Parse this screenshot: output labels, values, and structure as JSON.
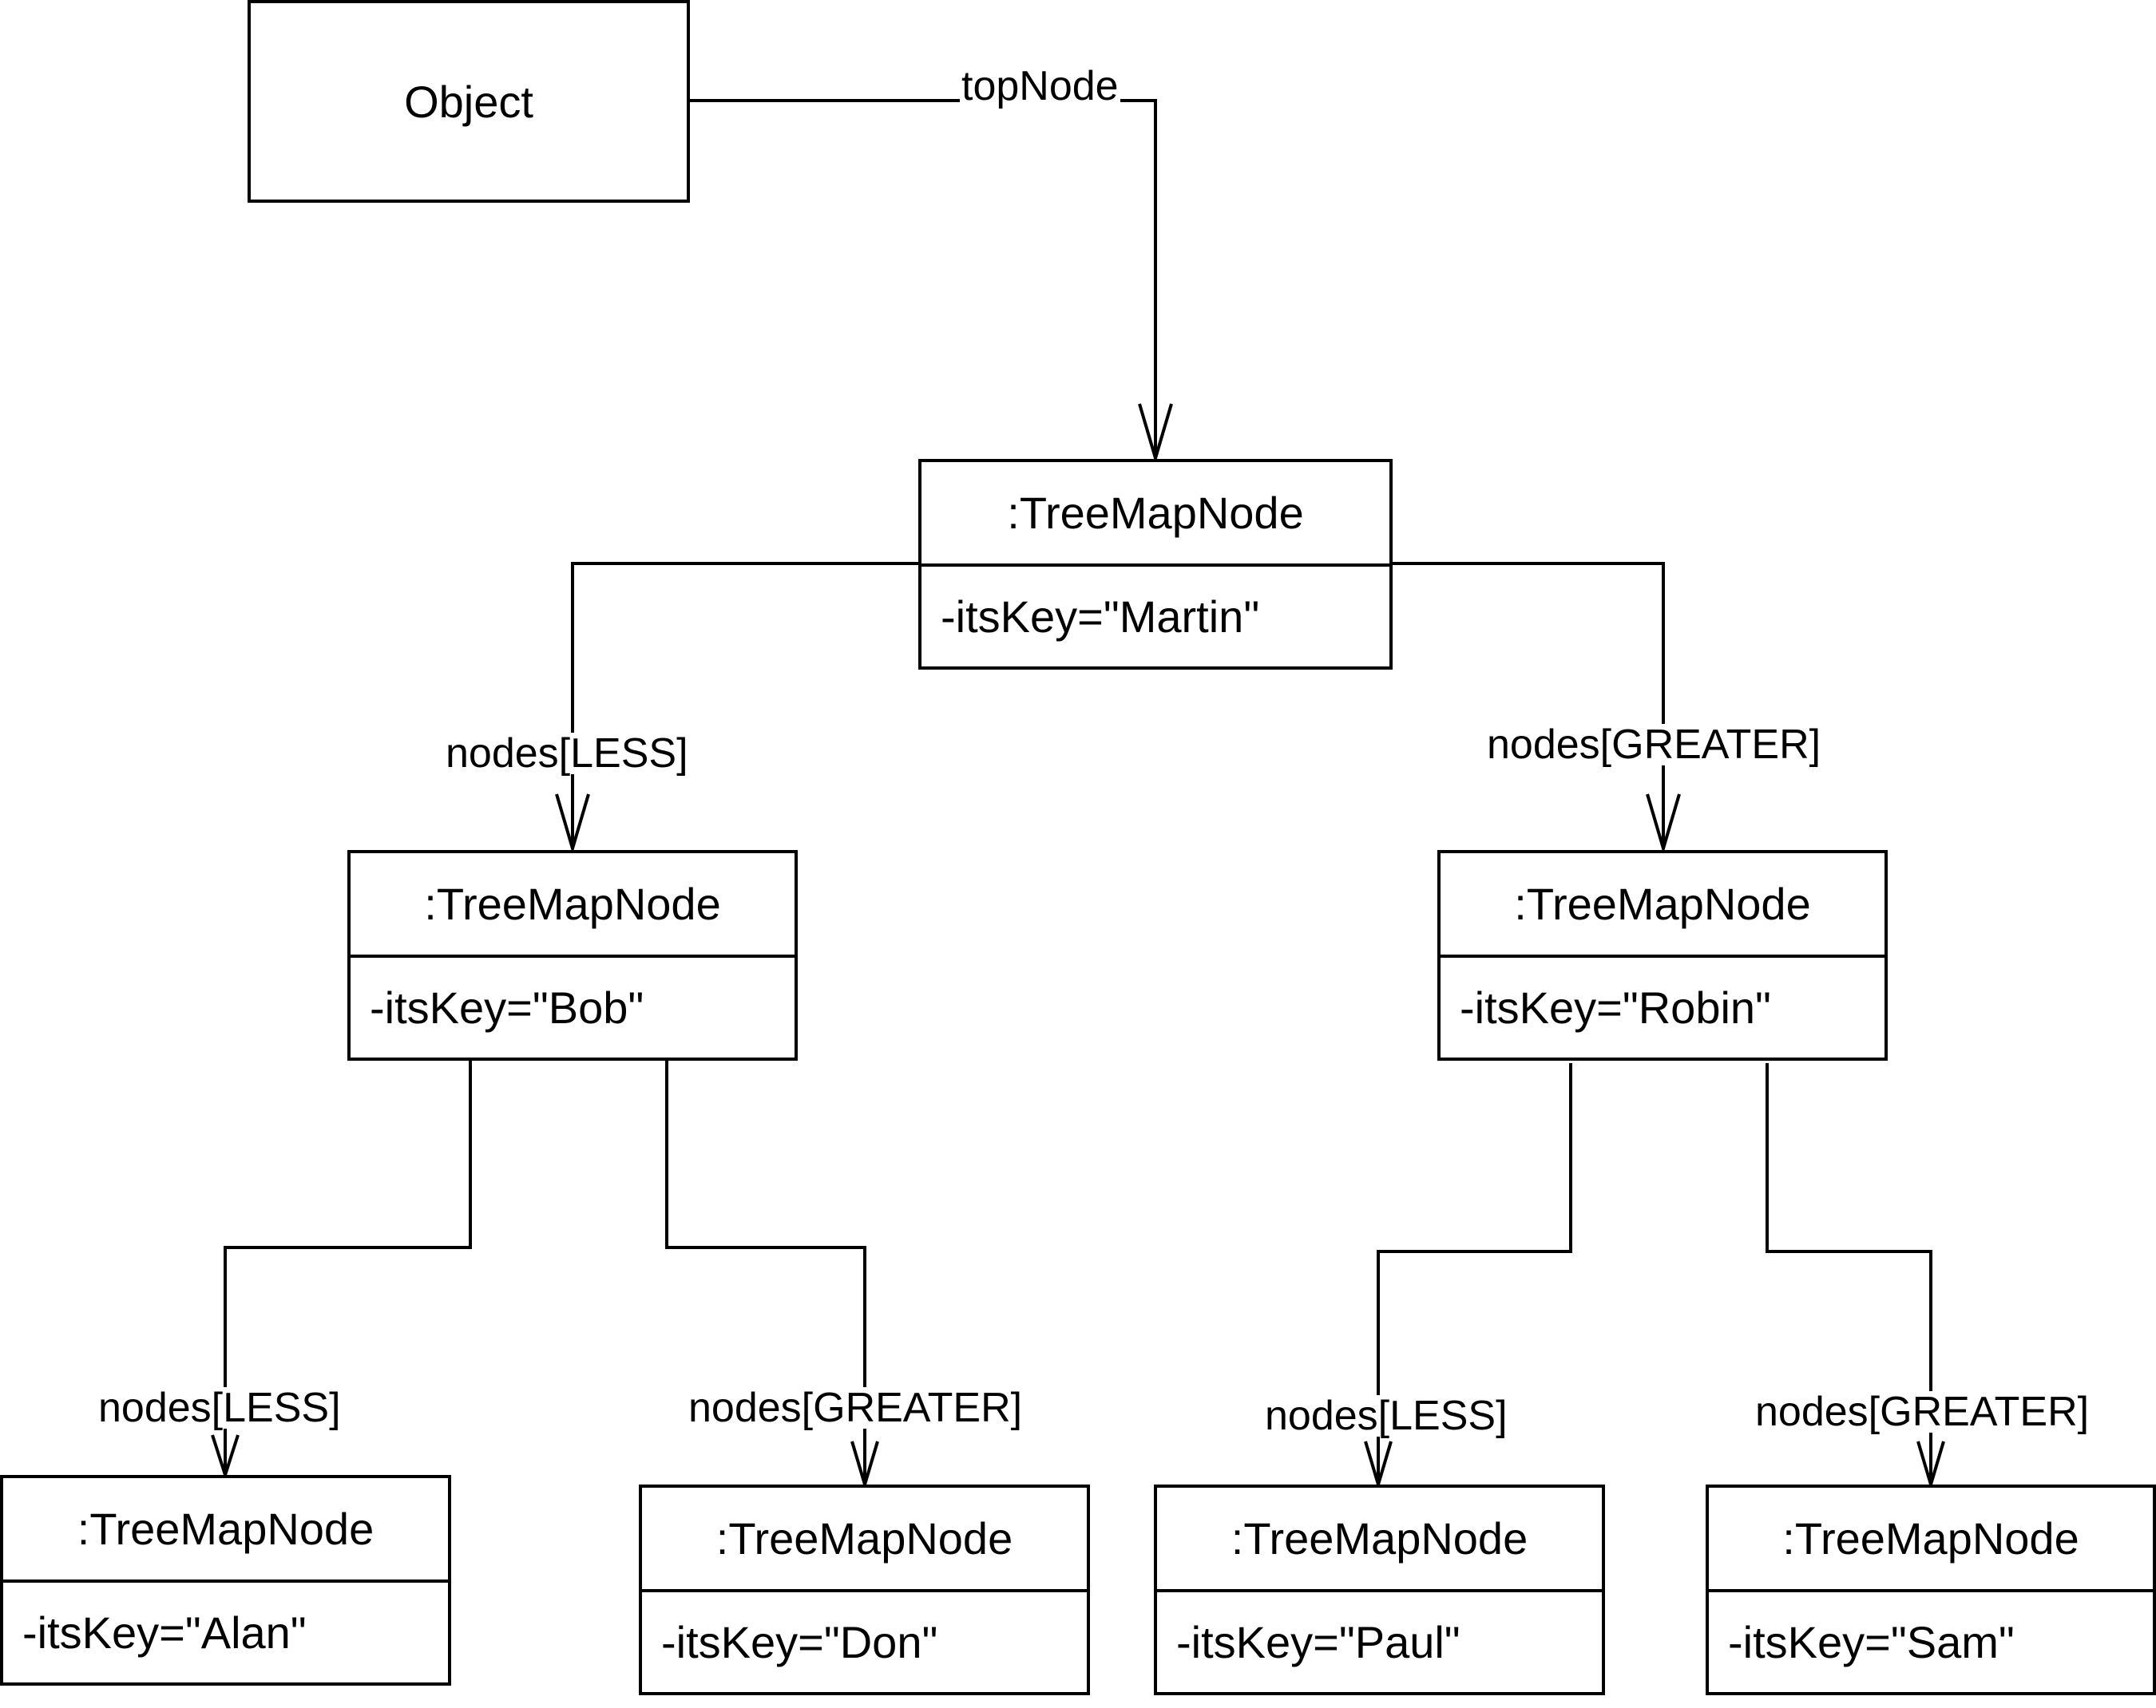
{
  "object": {
    "name": "Object"
  },
  "links": {
    "top": "topNode",
    "martin_less": "nodes[LESS]",
    "martin_greater": "nodes[GREATER]",
    "bob_less": "nodes[LESS]",
    "bob_greater": "nodes[GREATER]",
    "robin_less": "nodes[LESS]",
    "robin_greater": "nodes[GREATER]"
  },
  "nodes": {
    "martin": {
      "type": ":TreeMapNode",
      "key": "-itsKey=\"Martin\""
    },
    "bob": {
      "type": ":TreeMapNode",
      "key": "-itsKey=\"Bob\""
    },
    "robin": {
      "type": ":TreeMapNode",
      "key": "-itsKey=\"Robin\""
    },
    "alan": {
      "type": ":TreeMapNode",
      "key": "-itsKey=\"Alan\""
    },
    "don": {
      "type": ":TreeMapNode",
      "key": "-itsKey=\"Don\""
    },
    "paul": {
      "type": ":TreeMapNode",
      "key": "-itsKey=\"Paul\""
    },
    "sam": {
      "type": ":TreeMapNode",
      "key": "-itsKey=\"Sam\""
    }
  }
}
